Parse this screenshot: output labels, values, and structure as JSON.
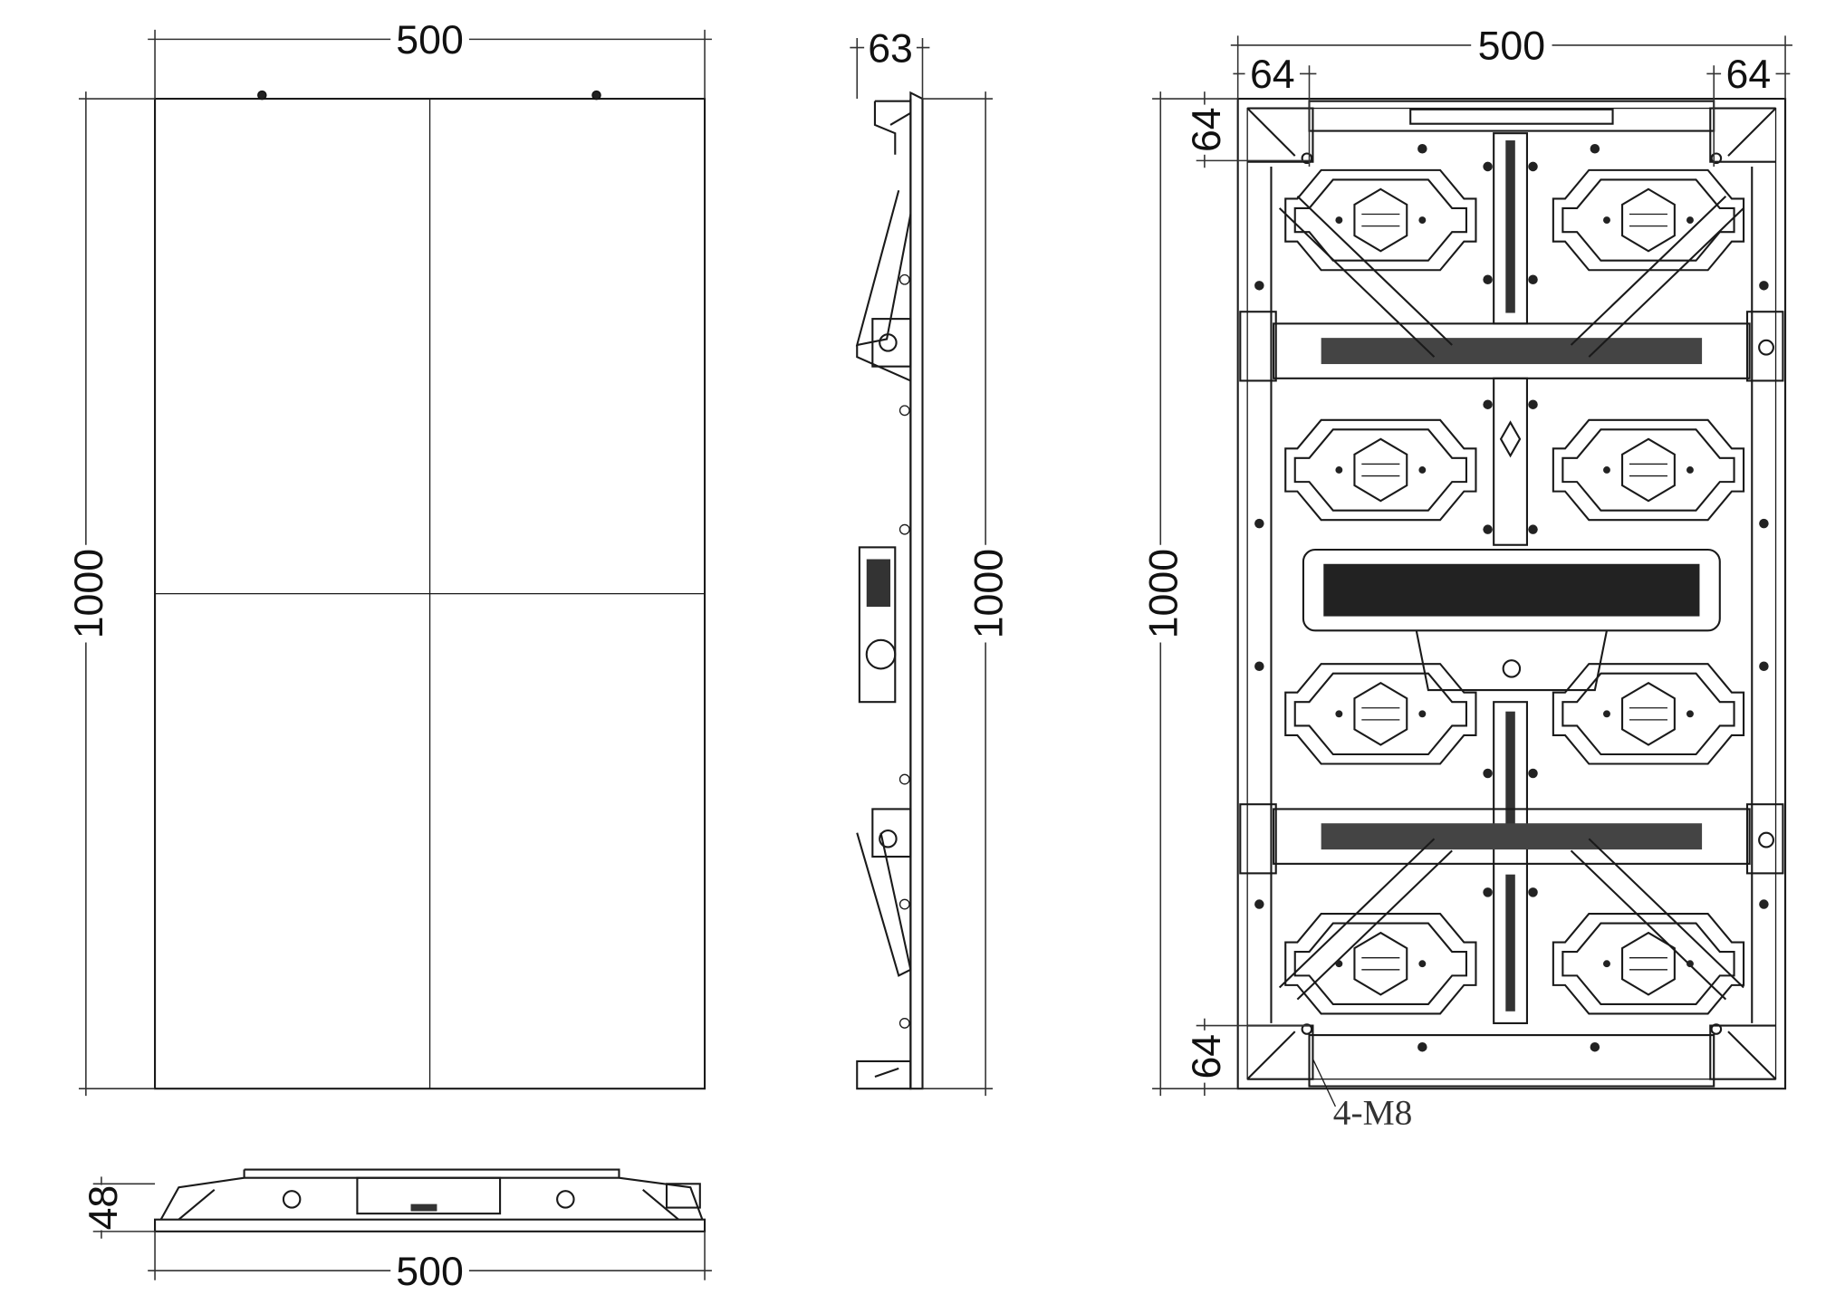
{
  "front_view": {
    "width_label": "500",
    "height_label": "1000"
  },
  "side_view": {
    "depth_label": "63",
    "height_label": "1000"
  },
  "back_view": {
    "width_label": "500",
    "left_offset_label": "64",
    "right_offset_label": "64",
    "height_label": "1000",
    "top_offset_label": "64",
    "bottom_offset_label": "64",
    "hole_callout": "4-M8"
  },
  "bottom_view": {
    "depth_label": "48",
    "width_label": "500"
  }
}
